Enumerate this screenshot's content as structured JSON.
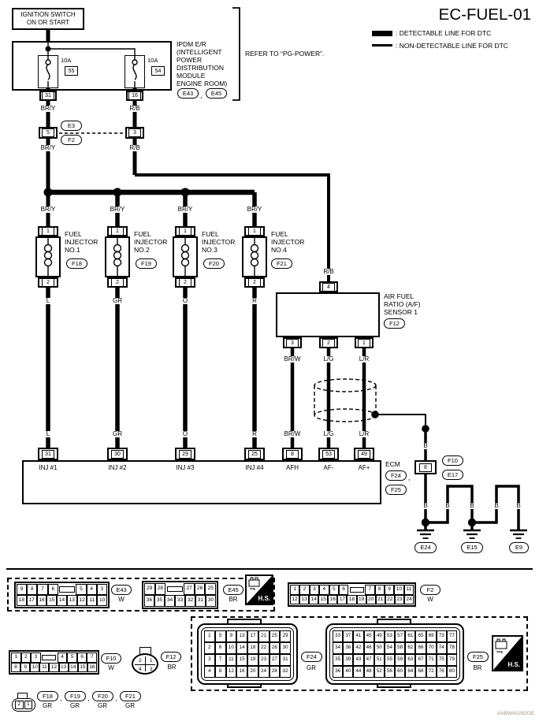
{
  "title": "EC-FUEL-01",
  "legend": {
    "detectable": ": DETECTABLE LINE FOR DTC",
    "non_detectable": ": NON-DETECTABLE LINE FOR DTC"
  },
  "refer_note": "REFER TO “PG-POWER”.",
  "watermark": "AABWA0282GE",
  "punct": {
    "comma": ","
  },
  "hs_label": "H.S.",
  "ignition": {
    "line1": "IGNITION SWITCH",
    "line2": "ON OR START"
  },
  "ipdm": {
    "title_lines": [
      "IPDM E/R",
      "(INTELLIGENT",
      "POWER",
      "DISTRIBUTION",
      "MODULE",
      "ENGINE ROOM)"
    ],
    "conn_a": "E43",
    "conn_b": "E45",
    "fuse_a": {
      "rating": "10A",
      "id": "55",
      "terminal": "31"
    },
    "fuse_b": {
      "rating": "10A",
      "id": "54",
      "terminal": "16"
    }
  },
  "junction": {
    "pin_left": "5",
    "pin_right": "3",
    "conn_top": "E3",
    "conn_bottom": "F2"
  },
  "colors": {
    "bry": "BR/Y",
    "rb": "R/B",
    "brw": "BR/W",
    "lg": "L/G",
    "lr": "L/R",
    "b": "B"
  },
  "injectors": [
    {
      "pin_top": "1",
      "pin_bottom": "2",
      "line1": "FUEL",
      "line2": "INJECTOR",
      "line3": "NO.1",
      "conn": "F18",
      "wire": "L",
      "ecm_terminal": "31",
      "ecm_label": "INJ #1"
    },
    {
      "pin_top": "1",
      "pin_bottom": "2",
      "line1": "FUEL",
      "line2": "INJECTOR",
      "line3": "NO.2",
      "conn": "F19",
      "wire": "GR",
      "ecm_terminal": "30",
      "ecm_label": "INJ #2"
    },
    {
      "pin_top": "1",
      "pin_bottom": "2",
      "line1": "FUEL",
      "line2": "INJECTOR",
      "line3": "NO.3",
      "conn": "F20",
      "wire": "O",
      "ecm_terminal": "29",
      "ecm_label": "INJ #3"
    },
    {
      "pin_top": "1",
      "pin_bottom": "2",
      "line1": "FUEL",
      "line2": "INJECTOR",
      "line3": "NO.4",
      "conn": "F21",
      "wire": "R",
      "ecm_terminal": "25",
      "ecm_label": "INJ #4"
    }
  ],
  "af_sensor": {
    "line1": "AIR FUEL",
    "line2": "RATIO (A/F)",
    "line3": "SENSOR 1",
    "conn": "F12",
    "pin_top": "4",
    "pin_bottom": [
      "3",
      "2",
      "1"
    ],
    "signals": [
      {
        "terminal": "8",
        "label": "AFH",
        "wire": "BR/W"
      },
      {
        "terminal": "53",
        "label": "AF-",
        "wire": "L/G"
      },
      {
        "terminal": "49",
        "label": "AF+",
        "wire": "L/R"
      }
    ]
  },
  "ecm": {
    "label": "ECM",
    "conn_a": "F24",
    "conn_b": "F25"
  },
  "pass": {
    "pin": "8",
    "conn_a": "F10",
    "conn_b": "E17"
  },
  "grounds": {
    "g1": "E24",
    "g2": "E15",
    "g3": "E9"
  },
  "pinouts": {
    "e43": {
      "id": "E43",
      "color": "W",
      "rows": [
        [
          "9",
          "8",
          "7",
          "6",
          {
            "blank": 2
          },
          "5",
          "4",
          "3"
        ],
        [
          "18",
          "17",
          "16",
          "15",
          "14",
          "13",
          "12",
          "11",
          "10"
        ]
      ]
    },
    "e45": {
      "id": "E45",
      "color": "BR",
      "rows": [
        [
          "29",
          "28",
          {
            "blank": 2
          },
          "27",
          "26",
          "25"
        ],
        [
          "36",
          "35",
          "34",
          "33",
          "32",
          "31",
          "30"
        ]
      ]
    },
    "f2": {
      "id": "F2",
      "color": "W",
      "rows": [
        [
          "1",
          "2",
          "3",
          "4",
          "5",
          "6",
          {
            "blank": 2
          },
          "7",
          "8",
          "9",
          "10",
          "11"
        ],
        [
          "12",
          "13",
          "14",
          "15",
          "16",
          "17",
          "18",
          "19",
          "20",
          "21",
          "22",
          "23",
          "24"
        ]
      ]
    },
    "f10": {
      "id": "F10",
      "color": "W",
      "rows": [
        [
          "1",
          "2",
          "3",
          {
            "blank": 2
          },
          "4",
          "5",
          "6",
          "7"
        ],
        [
          "8",
          "9",
          "10",
          "11",
          "12",
          "13",
          "14",
          "15",
          "16"
        ]
      ]
    },
    "f12": {
      "id": "F12",
      "color": "BR",
      "pins": [
        "2",
        "1",
        "4",
        "3"
      ]
    },
    "f24": {
      "id": "F24",
      "color": "GR",
      "rows": [
        [
          "1",
          "5",
          "9",
          "13",
          "17",
          "21",
          "25",
          "29"
        ],
        [
          "2",
          "6",
          "10",
          "14",
          "18",
          "22",
          "26",
          "30"
        ],
        [
          "3",
          "7",
          "11",
          "15",
          "19",
          "23",
          "27",
          "31"
        ],
        [
          "4",
          "8",
          "12",
          "16",
          "20",
          "24",
          "28",
          "32"
        ]
      ]
    },
    "f25": {
      "id": "F25",
      "color": "BR",
      "rows": [
        [
          "33",
          "37",
          "41",
          "45",
          "49",
          "53",
          "57",
          "61",
          "65",
          "69",
          "73",
          "77"
        ],
        [
          "34",
          "38",
          "42",
          "46",
          "50",
          "54",
          "58",
          "62",
          "66",
          "70",
          "74",
          "78"
        ],
        [
          "35",
          "39",
          "43",
          "47",
          "51",
          "55",
          "59",
          "63",
          "67",
          "71",
          "75",
          "79"
        ],
        [
          "36",
          "40",
          "44",
          "48",
          "52",
          "56",
          "60",
          "64",
          "68",
          "72",
          "76",
          "80"
        ]
      ]
    },
    "inj": {
      "ids": [
        "F18",
        "F19",
        "F20",
        "F21"
      ],
      "color": "GR",
      "pins": [
        "2",
        "1"
      ]
    }
  }
}
